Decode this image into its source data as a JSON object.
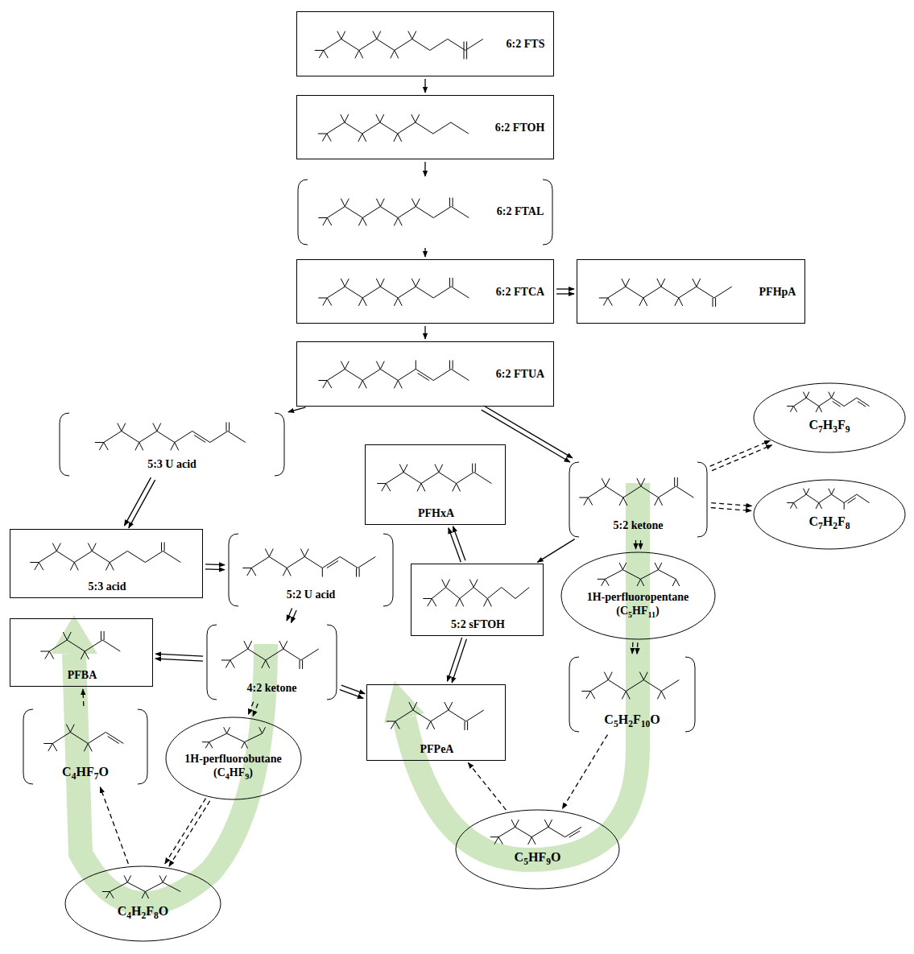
{
  "diagram": {
    "nodes": [
      {
        "text": [
          "6:2 FTS"
        ]
      },
      {
        "text": [
          "6:2 FTOH"
        ]
      },
      {
        "text": [
          "6:2 FTAL"
        ]
      },
      {
        "text": [
          "6:2 FTCA"
        ]
      },
      {
        "text": [
          "PFHpA"
        ]
      },
      {
        "text": [
          "6:2 FTUA"
        ]
      },
      {
        "text": [
          "5:3 U acid"
        ]
      },
      {
        "text": [
          "5:3 acid"
        ]
      },
      {
        "text": [
          "5:2 U acid"
        ]
      },
      {
        "text": [
          "PFHxA"
        ]
      },
      {
        "text": [
          "5:2 ketone"
        ]
      },
      {
        "text": [
          "C7H3F9"
        ]
      },
      {
        "text": [
          "C7H2F8"
        ]
      },
      {
        "text": [
          "5:2 sFTOH"
        ]
      },
      {
        "text": [
          "4:2 ketone"
        ]
      },
      {
        "text": [
          "PFBA"
        ]
      },
      {
        "text": [
          "PFPeA"
        ]
      },
      {
        "text": [
          "1H-perfluoropentane (C5HF11)"
        ]
      },
      {
        "text": [
          "C5H2F10O"
        ]
      },
      {
        "text": [
          "C4HF7O"
        ]
      },
      {
        "text": [
          "1H-perfluorobutane (C4HF9)"
        ]
      },
      {
        "text": [
          "C5HF9O"
        ]
      },
      {
        "text": [
          "C4H2F8O"
        ]
      }
    ],
    "edges": [
      {
        "from": 0,
        "to": 1,
        "arrow": "to"
      },
      {
        "from": 1,
        "to": 2,
        "arrow": "to"
      },
      {
        "from": 2,
        "to": 3,
        "arrow": "to"
      },
      {
        "from": 3,
        "to": 4,
        "arrow": "to"
      },
      {
        "from": 3,
        "to": 5,
        "arrow": "to"
      },
      {
        "from": 5,
        "to": 6,
        "arrow": "to"
      },
      {
        "from": 5,
        "to": 10,
        "arrow": "to"
      },
      {
        "from": 6,
        "to": 7,
        "arrow": "to"
      },
      {
        "from": 7,
        "to": 8,
        "arrow": "to"
      },
      {
        "from": 8,
        "to": 14,
        "arrow": "to"
      },
      {
        "from": 10,
        "to": 13,
        "arrow": "to"
      },
      {
        "from": 13,
        "to": 9,
        "arrow": "to"
      },
      {
        "from": 13,
        "to": 16,
        "arrow": "to"
      },
      {
        "from": 10,
        "to": 11,
        "arrow": "to"
      },
      {
        "from": 10,
        "to": 12,
        "arrow": "to"
      },
      {
        "from": 10,
        "to": 17,
        "arrow": "to"
      },
      {
        "from": 17,
        "to": 18,
        "arrow": "to"
      },
      {
        "from": 18,
        "to": 21,
        "arrow": "to"
      },
      {
        "from": 21,
        "to": 16,
        "arrow": "to"
      },
      {
        "from": 14,
        "to": 15,
        "arrow": "to"
      },
      {
        "from": 14,
        "to": 16,
        "arrow": "to"
      },
      {
        "from": 14,
        "to": 20,
        "arrow": "to"
      },
      {
        "from": 20,
        "to": 22,
        "arrow": "to"
      },
      {
        "from": 22,
        "to": 19,
        "arrow": "to"
      },
      {
        "from": 19,
        "to": 15,
        "arrow": "to"
      }
    ]
  }
}
